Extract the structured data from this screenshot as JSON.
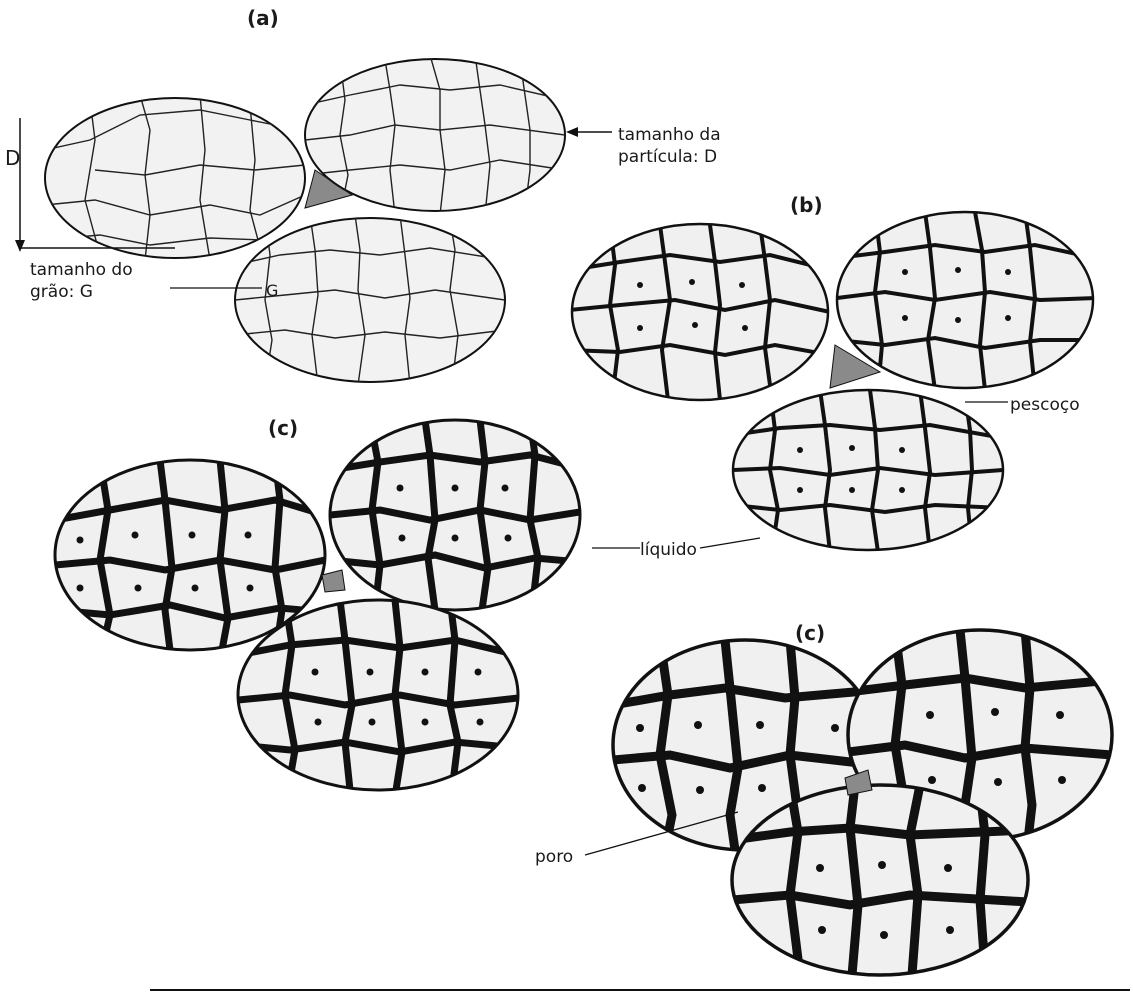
{
  "panels": {
    "a": {
      "label": "(a)"
    },
    "b": {
      "label": "(b)"
    },
    "c1": {
      "label": "(c)"
    },
    "c2": {
      "label": "(c)"
    }
  },
  "annotations": {
    "particle_size_line1": "tamanho da",
    "particle_size_line2": "partícula: D",
    "particle_symbol": "D",
    "grain_size_line1": "tamanho do",
    "grain_size_line2": "grão: G",
    "grain_symbol": "G",
    "neck": "pescoço",
    "liquid": "líquido",
    "pore": "poro"
  },
  "colors": {
    "ink": "#111111",
    "grain_fill": "#f2f2f2",
    "pore_fill": "#8a8a8a"
  }
}
